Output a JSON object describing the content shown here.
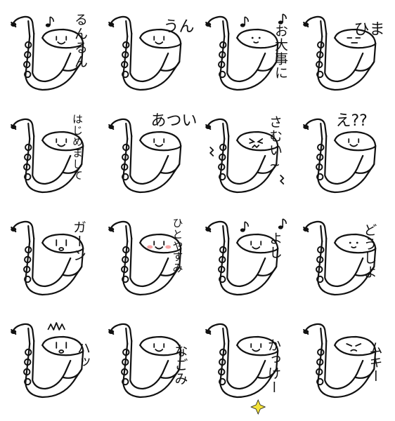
{
  "colors": {
    "ink": "#111111",
    "background": "#ffffff",
    "blush": "#f7a6a6",
    "sparkle": "#f3e23a"
  },
  "stickers": [
    {
      "text": "るんるん",
      "orient": "v",
      "face": "smile",
      "notes": 1,
      "wavy": false,
      "blush": false,
      "sparkle": false,
      "spikes": false
    },
    {
      "text": "うん",
      "orient": "h",
      "face": "smile",
      "notes": 0,
      "wavy": false,
      "blush": false,
      "sparkle": false,
      "spikes": false
    },
    {
      "text": "お大事に",
      "orient": "v",
      "face": "dot",
      "notes": 2,
      "wavy": false,
      "blush": false,
      "sparkle": false,
      "spikes": false
    },
    {
      "text": "ひま",
      "orient": "h",
      "face": "flat",
      "notes": 0,
      "wavy": false,
      "blush": false,
      "sparkle": false,
      "spikes": false
    },
    {
      "text": "はじめまして",
      "orient": "v",
      "face": "smile",
      "notes": 0,
      "wavy": false,
      "blush": false,
      "sparkle": false,
      "spikes": false
    },
    {
      "text": "あつい",
      "orient": "h",
      "face": "smile",
      "notes": 0,
      "wavy": false,
      "blush": false,
      "sparkle": false,
      "spikes": false
    },
    {
      "text": "さむい~",
      "orient": "v",
      "face": "shiver",
      "notes": 0,
      "wavy": true,
      "blush": false,
      "sparkle": false,
      "spikes": false
    },
    {
      "text": "え??",
      "orient": "h",
      "face": "smile",
      "notes": 0,
      "wavy": false,
      "blush": false,
      "sparkle": false,
      "spikes": false
    },
    {
      "text": "ガーン",
      "orient": "v",
      "face": "shock",
      "notes": 0,
      "wavy": false,
      "blush": false,
      "sparkle": false,
      "spikes": false
    },
    {
      "text": "ひとやすみ",
      "orient": "v",
      "face": "smile",
      "notes": 0,
      "wavy": false,
      "blush": true,
      "sparkle": false,
      "spikes": false
    },
    {
      "text": "よし",
      "orient": "v",
      "face": "smile",
      "notes": 2,
      "wavy": false,
      "blush": false,
      "sparkle": false,
      "spikes": false
    },
    {
      "text": "どうしよ",
      "orient": "v",
      "face": "dot",
      "notes": 0,
      "wavy": false,
      "blush": false,
      "sparkle": false,
      "spikes": false
    },
    {
      "text": "ハッ",
      "orient": "v",
      "face": "shock",
      "notes": 0,
      "wavy": false,
      "blush": false,
      "sparkle": false,
      "spikes": true
    },
    {
      "text": "なごみ",
      "orient": "v",
      "face": "smile",
      "notes": 0,
      "wavy": false,
      "blush": false,
      "sparkle": false,
      "spikes": false
    },
    {
      "text": "かっけー",
      "orient": "v",
      "face": "smile",
      "notes": 0,
      "wavy": false,
      "blush": false,
      "sparkle": true,
      "spikes": false
    },
    {
      "text": "ムキー",
      "orient": "v",
      "face": "angry",
      "notes": 0,
      "wavy": false,
      "blush": false,
      "sparkle": false,
      "spikes": false
    }
  ]
}
